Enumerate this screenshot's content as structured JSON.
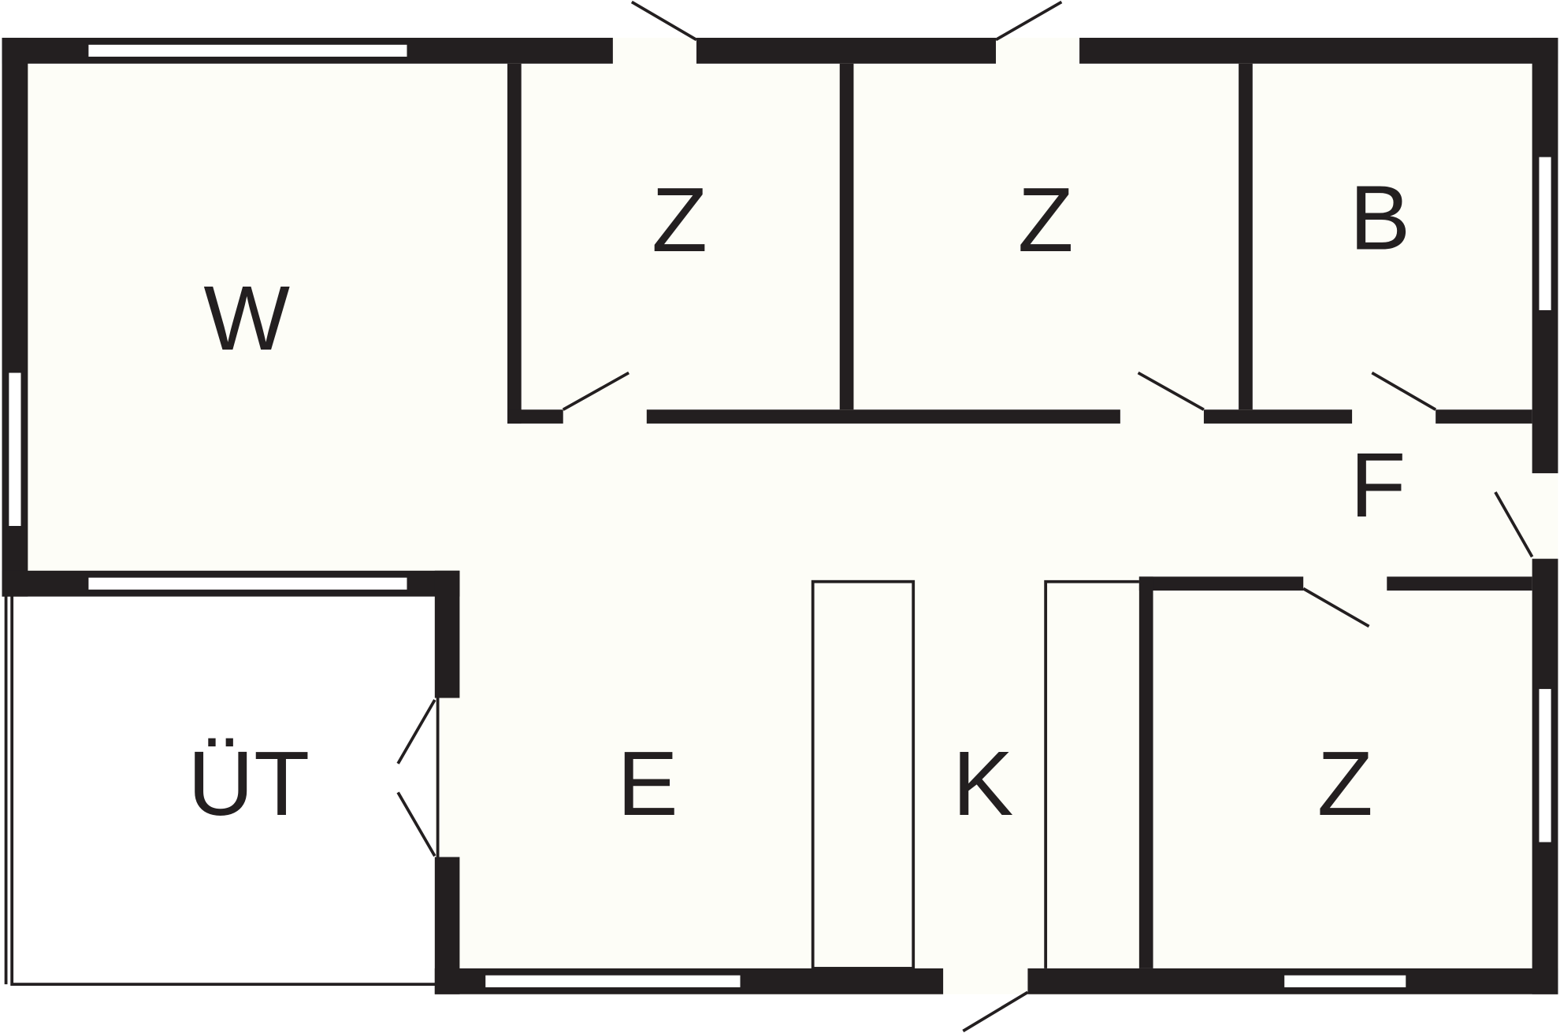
{
  "plan": {
    "colors": {
      "wall": "#231f20",
      "floor": "#fdfdf7",
      "background": "#ffffff"
    },
    "rooms": [
      {
        "id": "living",
        "label": "W"
      },
      {
        "id": "bedroom-1",
        "label": "Z"
      },
      {
        "id": "bedroom-2",
        "label": "Z"
      },
      {
        "id": "bathroom",
        "label": "B"
      },
      {
        "id": "hallway",
        "label": "F"
      },
      {
        "id": "terrace",
        "label": "ÜT"
      },
      {
        "id": "dining",
        "label": "E"
      },
      {
        "id": "kitchen",
        "label": "K"
      },
      {
        "id": "bedroom-3",
        "label": "Z"
      }
    ]
  }
}
